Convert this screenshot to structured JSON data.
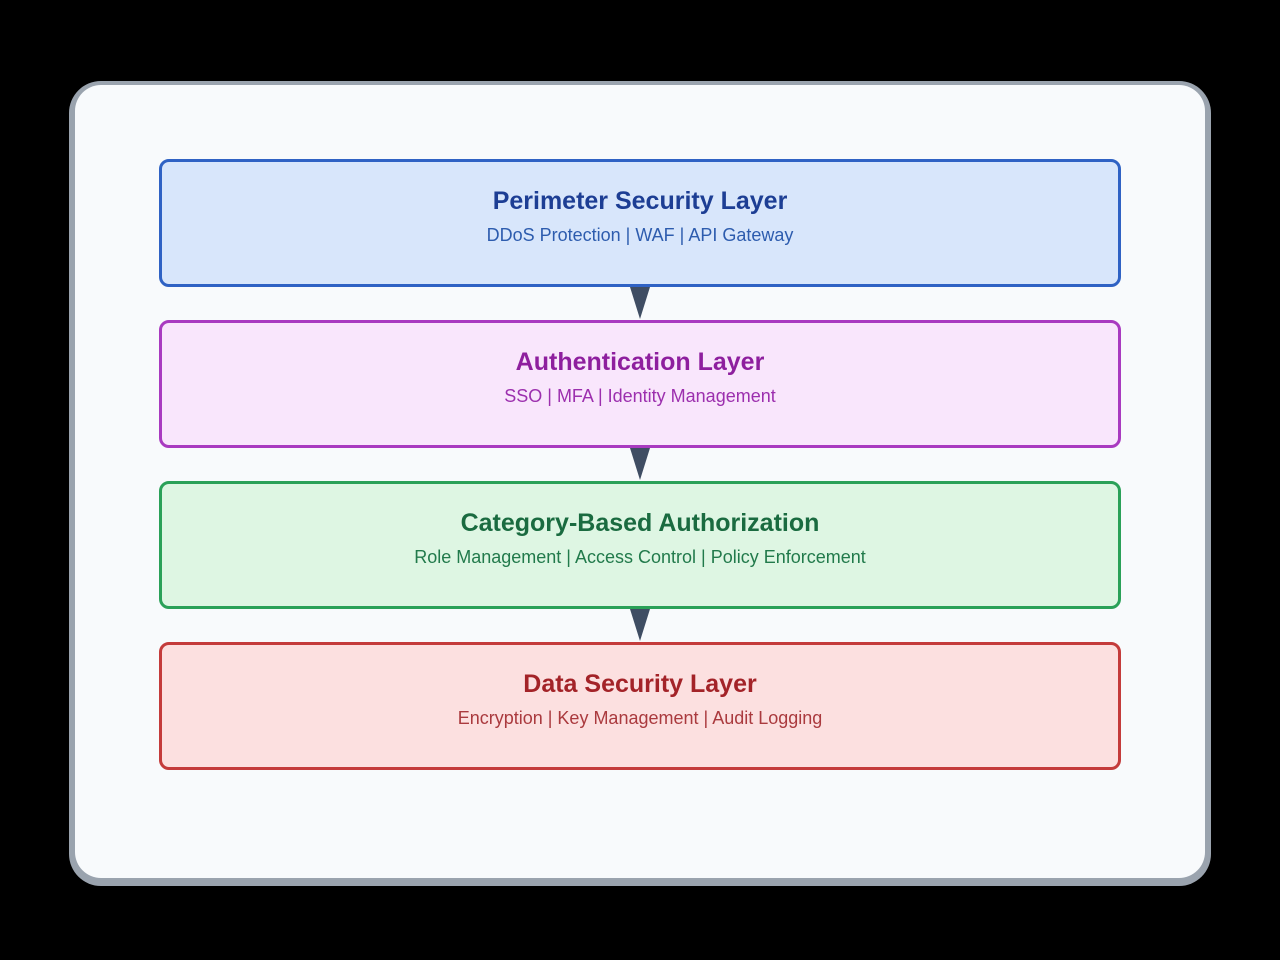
{
  "page": {
    "background_color": "#000000"
  },
  "card": {
    "background_color": "#f8fafc",
    "shadow_color": "#9aa3ae"
  },
  "diagram": {
    "type": "layered-security-flowchart",
    "direction": "top-down",
    "arrow_color": "#3f4d63",
    "layers": [
      {
        "id": "perimeter-security",
        "title": "Perimeter Security Layer",
        "subtitle": "DDoS Protection | WAF | API Gateway",
        "background_color": "#d8e6fb",
        "border_color": "#2f62c4",
        "title_color": "#1d3e94",
        "subtitle_color": "#2d5cae"
      },
      {
        "id": "authentication",
        "title": "Authentication Layer",
        "subtitle": "SSO | MFA | Identity Management",
        "background_color": "#f9e6fc",
        "border_color": "#a93ac0",
        "title_color": "#8e1f9e",
        "subtitle_color": "#9c2fae"
      },
      {
        "id": "category-authorization",
        "title": "Category-Based Authorization",
        "subtitle": "Role Management | Access Control | Policy Enforcement",
        "background_color": "#def6e3",
        "border_color": "#2aa158",
        "title_color": "#1a6b40",
        "subtitle_color": "#217a4b"
      },
      {
        "id": "data-security",
        "title": "Data Security Layer",
        "subtitle": "Encryption | Key Management | Audit Logging",
        "background_color": "#fce0e0",
        "border_color": "#c43b3b",
        "title_color": "#a32328",
        "subtitle_color": "#aa3a3e"
      }
    ],
    "connections": [
      {
        "from": "perimeter-security",
        "to": "authentication"
      },
      {
        "from": "authentication",
        "to": "category-authorization"
      },
      {
        "from": "category-authorization",
        "to": "data-security"
      }
    ]
  }
}
